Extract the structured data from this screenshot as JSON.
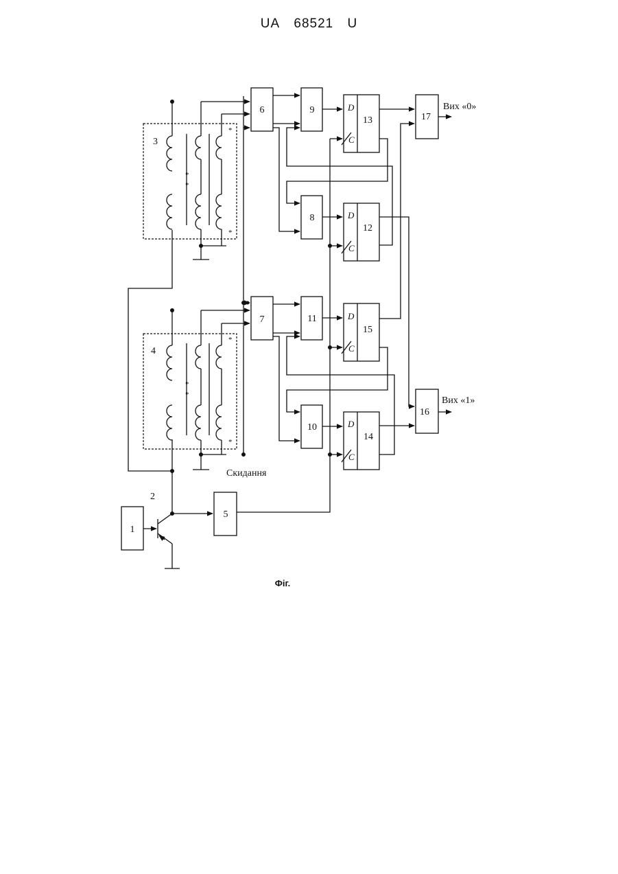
{
  "header": {
    "country": "UA",
    "number": "68521",
    "kind": "U"
  },
  "figure_caption": "Фіг.",
  "labels": {
    "out0": "Вих «0»",
    "out1": "Вих «1»",
    "reset": "Скидання",
    "pin_d": "D",
    "pin_c": "C",
    "winding_mark": "*"
  },
  "blocks": {
    "b1": "1",
    "b2": "2",
    "b3": "3",
    "b4": "4",
    "b5": "5",
    "b6": "6",
    "b7": "7",
    "b8": "8",
    "b9": "9",
    "b10": "10",
    "b11": "11",
    "b12": "12",
    "b13": "13",
    "b14": "14",
    "b15": "15",
    "b16": "16",
    "b17": "17"
  }
}
